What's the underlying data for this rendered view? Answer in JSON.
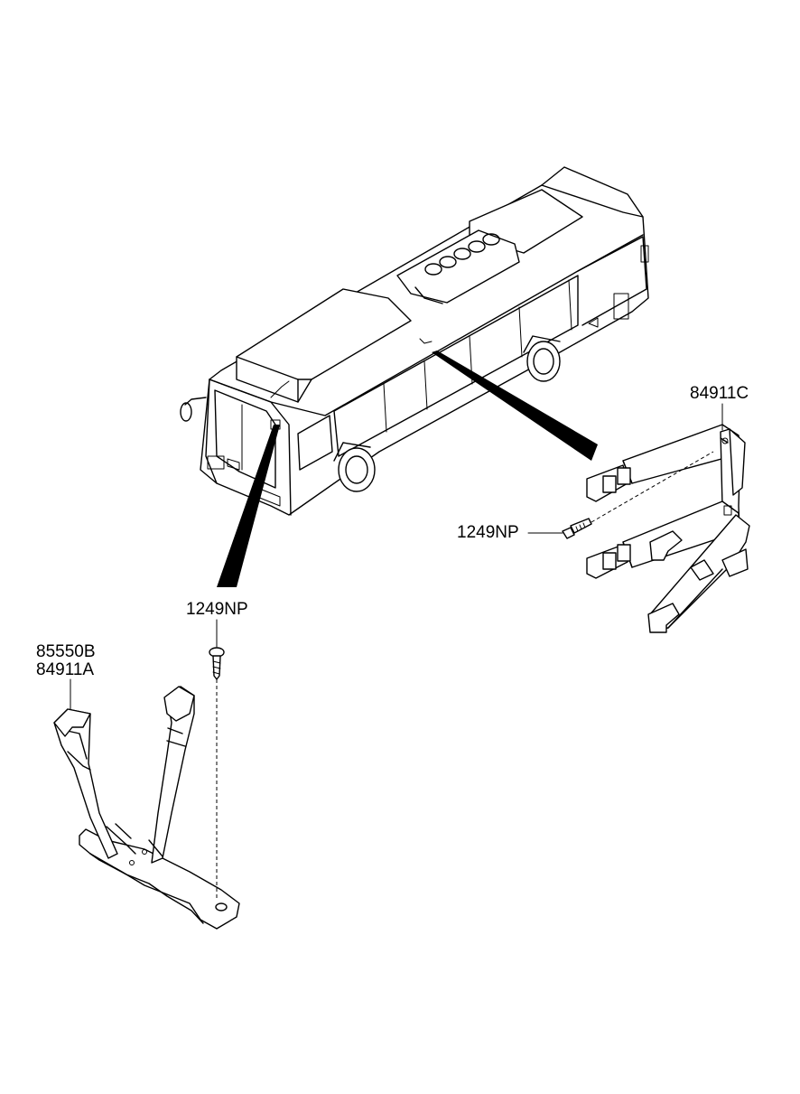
{
  "labels": {
    "rear_bracket": "84911C",
    "rear_screw": "1249NP",
    "front_screw": "1249NP",
    "front_bracket_line1": "85550B",
    "front_bracket_line2": "84911A"
  },
  "colors": {
    "line": "#000000",
    "background": "#ffffff"
  }
}
